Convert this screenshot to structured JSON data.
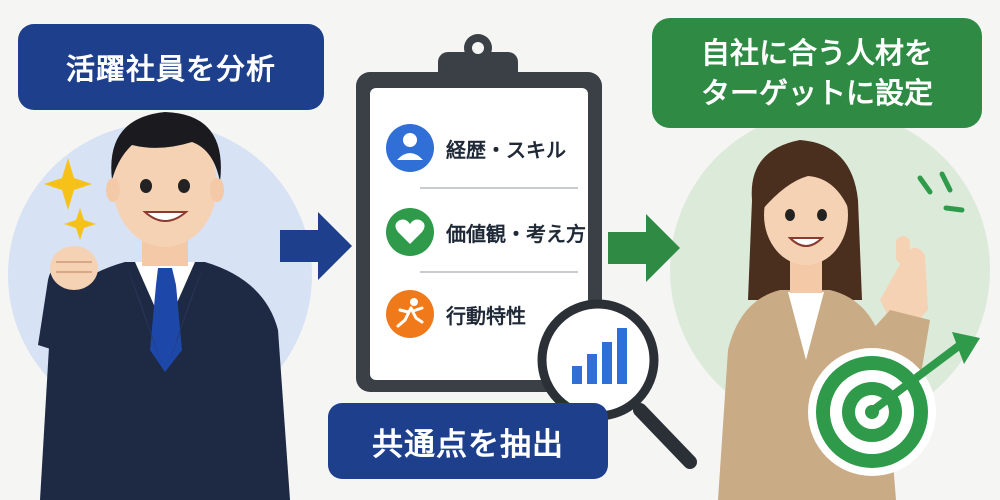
{
  "left_label": "活躍社員を分析",
  "right_label": {
    "line1": "自社に合う人材を",
    "line2": "ターゲットに設定"
  },
  "bottom_label": "共通点を抽出",
  "checklist": [
    {
      "text": "経歴・スキル",
      "icon": "person-icon",
      "color": "#2f6fd6"
    },
    {
      "text": "価値観・考え方",
      "icon": "heart-icon",
      "color": "#2e9a4a"
    },
    {
      "text": "行動特性",
      "icon": "running-person-icon",
      "color": "#f07a1a"
    }
  ],
  "colors": {
    "navy": "#1d3f8c",
    "green": "#2f8b44",
    "bar_blue": "#2f6fd6"
  }
}
